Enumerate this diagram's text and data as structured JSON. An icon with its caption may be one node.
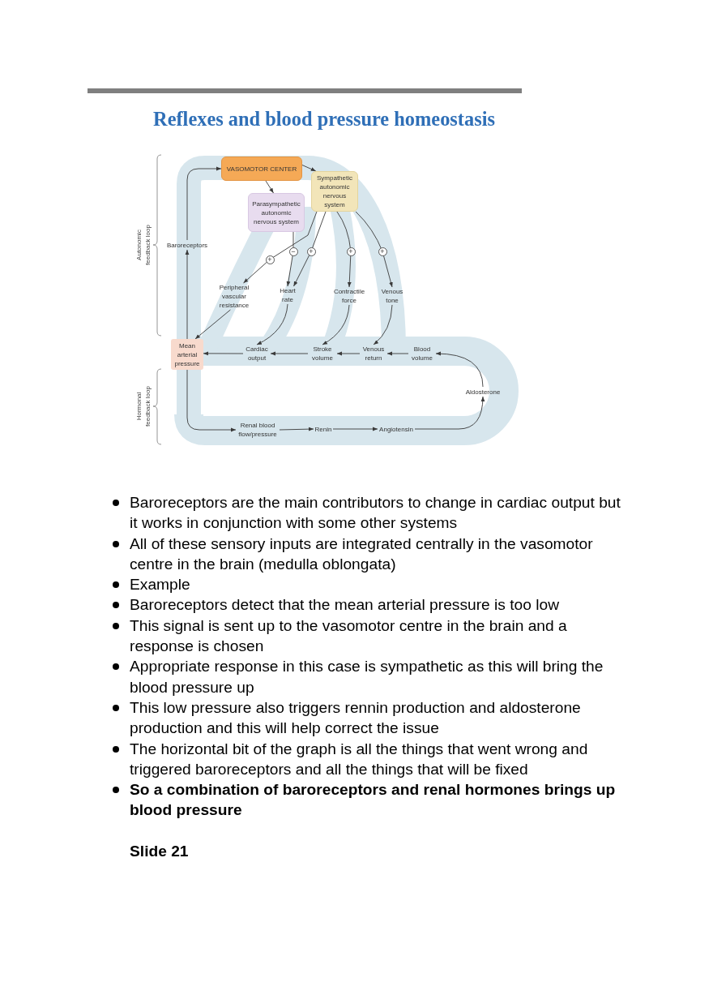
{
  "diagram": {
    "title": "Reflexes and blood pressure homeostasis",
    "nodes": [
      {
        "text": [
          "VASOMOTOR CENTER"
        ]
      },
      {
        "text": [
          "Sympathetic autonomic nervous system"
        ]
      },
      {
        "text": [
          "Parasympathetic autonomic nervous system"
        ]
      },
      {
        "text": [
          "Baroreceptors"
        ]
      },
      {
        "text": [
          "Peripheral vascular resistance"
        ]
      },
      {
        "text": [
          "Heart rate"
        ]
      },
      {
        "text": [
          "Contractile force"
        ]
      },
      {
        "text": [
          "Venous tone"
        ]
      },
      {
        "text": [
          "Mean arterial pressure"
        ]
      },
      {
        "text": [
          "Cardiac output"
        ]
      },
      {
        "text": [
          "Stroke volume"
        ]
      },
      {
        "text": [
          "Venous return"
        ]
      },
      {
        "text": [
          "Blood volume"
        ]
      },
      {
        "text": [
          "Aldosterone"
        ]
      },
      {
        "text": [
          "Renal blood flow/pressure"
        ]
      },
      {
        "text": [
          "Renin"
        ]
      },
      {
        "text": [
          "Angiotensin"
        ]
      }
    ],
    "edges": [
      {
        "from": 8,
        "to": 3,
        "arrow": "to"
      },
      {
        "from": 3,
        "to": 0,
        "arrow": "to"
      },
      {
        "from": 0,
        "to": 1,
        "arrow": "to"
      },
      {
        "from": 0,
        "to": 2,
        "arrow": "to"
      },
      {
        "from": 1,
        "to": 4,
        "arrow": "to",
        "label": "+"
      },
      {
        "from": 2,
        "to": 5,
        "arrow": "to",
        "label": "−"
      },
      {
        "from": 1,
        "to": 5,
        "arrow": "to",
        "label": "+"
      },
      {
        "from": 1,
        "to": 6,
        "arrow": "to",
        "label": "+"
      },
      {
        "from": 1,
        "to": 7,
        "arrow": "to",
        "label": "+"
      },
      {
        "from": 4,
        "to": 8,
        "arrow": "to"
      },
      {
        "from": 5,
        "to": 9,
        "arrow": "to"
      },
      {
        "from": 6,
        "to": 10,
        "arrow": "to"
      },
      {
        "from": 7,
        "to": 11,
        "arrow": "to"
      },
      {
        "from": 12,
        "to": 11,
        "arrow": "to"
      },
      {
        "from": 11,
        "to": 10,
        "arrow": "to"
      },
      {
        "from": 10,
        "to": 9,
        "arrow": "to"
      },
      {
        "from": 9,
        "to": 8,
        "arrow": "to"
      },
      {
        "from": 13,
        "to": 12,
        "arrow": "to"
      },
      {
        "from": 8,
        "to": 14,
        "arrow": "to"
      },
      {
        "from": 14,
        "to": 15,
        "arrow": "to"
      },
      {
        "from": 15,
        "to": 16,
        "arrow": "to"
      },
      {
        "from": 16,
        "to": 13,
        "arrow": "to"
      }
    ],
    "labels": [
      "Autonomic feedback loop",
      "Hormonal feedback loop",
      "Baroreceptors are the main contributors to change in cardiac output but it works in conjunction with some other systems",
      "All of these sensory inputs are integrated centrally in the vasomotor centre in the brain (medulla oblongata)",
      "Example",
      "Baroreceptors detect that the mean arterial pressure is too low",
      "This signal is sent up to the vasomotor centre in the brain and a response is chosen",
      "Appropriate response in this case is sympathetic as this will bring the blood pressure up",
      "This low pressure also triggers rennin production and aldosterone production and this will help correct the issue",
      "The horizontal bit of the graph is all the things that went wrong and triggered baroreceptors and all the things that will be fixed",
      "So a combination of baroreceptors and renal hormones brings up blood pressure",
      "Slide 21"
    ]
  }
}
